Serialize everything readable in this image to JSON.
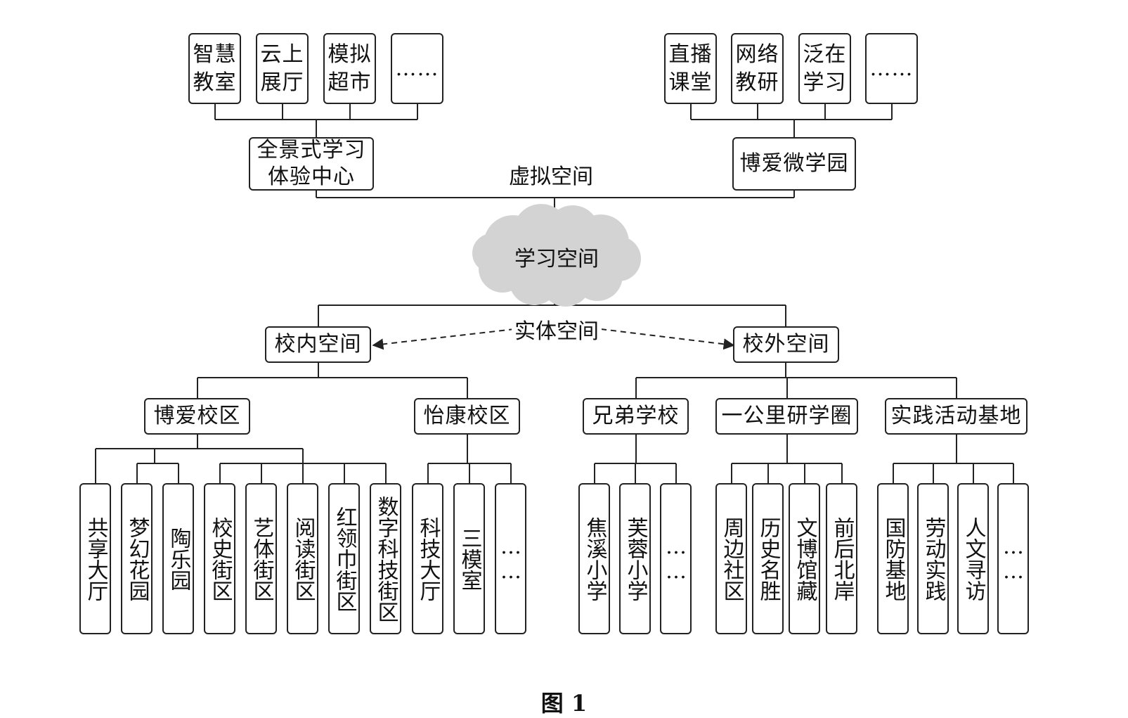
{
  "caption": "图 1",
  "center": {
    "label": "学习空间"
  },
  "virtual": {
    "label": "虚拟空间",
    "left": {
      "label": "全景式学习\n体验中心",
      "children": [
        "智慧\n教室",
        "云上\n展厅",
        "模拟\n超市",
        "……"
      ]
    },
    "right": {
      "label": "博爱微学园",
      "children": [
        "直播\n课堂",
        "网络\n教研",
        "泛在\n学习",
        "……"
      ]
    }
  },
  "physical": {
    "label": "实体空间",
    "inside": {
      "label": "校内空间",
      "campus_a": {
        "label": "博爱校区",
        "children": [
          "共享大厅",
          "梦幻花园",
          "陶乐园",
          "校史街区",
          "艺体街区",
          "阅读街区",
          "红领巾街区",
          "数字科技街区"
        ]
      },
      "campus_b": {
        "label": "怡康校区",
        "children": [
          "科技大厅",
          "三模室",
          "……"
        ]
      }
    },
    "outside": {
      "label": "校外空间",
      "sister": {
        "label": "兄弟学校",
        "children": [
          "焦溪小学",
          "芙蓉小学",
          "……"
        ]
      },
      "circle": {
        "label": "一公里研学圈",
        "children": [
          "周边社区",
          "历史名胜",
          "文博馆藏",
          "前后北岸"
        ]
      },
      "base": {
        "label": "实践活动基地",
        "children": [
          "国防基地",
          "劳动实践",
          "人文寻访",
          "……"
        ]
      }
    }
  },
  "colors": {
    "cloud": "#d3d3d3",
    "line": "#222222"
  }
}
